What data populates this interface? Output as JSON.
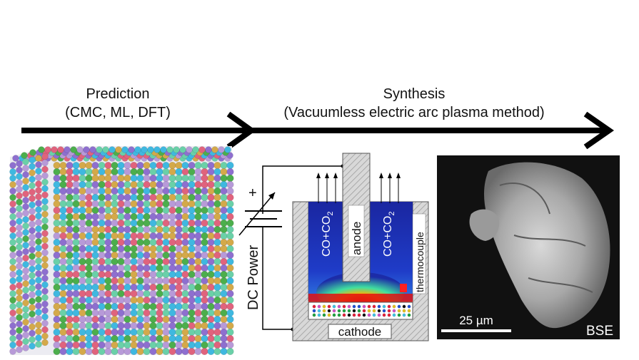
{
  "prediction": {
    "title": "Prediction",
    "subtitle": "(CMC, ML, DFT)"
  },
  "synthesis": {
    "title": "Synthesis",
    "subtitle": "(Vacuumless electric arc plasma method)"
  },
  "apparatus": {
    "plus_sign": "+",
    "power_label": "DC Power",
    "anode_label": "anode",
    "cathode_label": "cathode",
    "thermocouple_label": "thermocouple",
    "gas_label_left": "CO+CO",
    "gas_label_right": "CO+CO",
    "gas_subscript": "2"
  },
  "micrograph": {
    "scale_label": "25 µm",
    "mode_label": "BSE"
  },
  "colors": {
    "arrow": "#000000",
    "atoms": [
      "#8e6fcf",
      "#3fb8e0",
      "#4cae4c",
      "#d4a94a",
      "#e0637d",
      "#b79ad8",
      "#6ad0a8"
    ],
    "gas_region": "#1c2ca8",
    "hatch": "#c8c8c8"
  }
}
